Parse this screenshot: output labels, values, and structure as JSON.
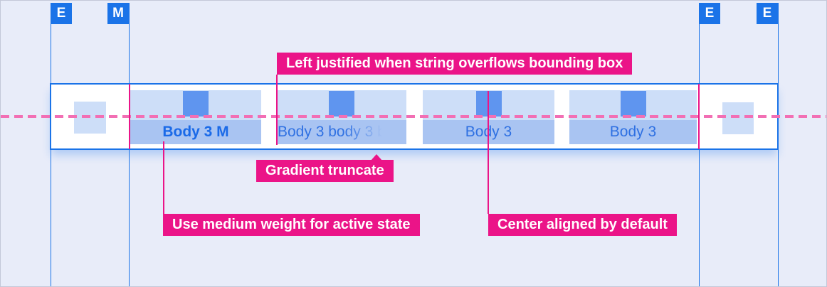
{
  "guides": {
    "markers": [
      {
        "label": "E"
      },
      {
        "label": "M"
      },
      {
        "label": "E"
      },
      {
        "label": "E"
      }
    ]
  },
  "tab_bar": {
    "tabs": [
      {
        "label": "Body 3 M",
        "state": "active"
      },
      {
        "label": "Body 3 body 3 b",
        "state": "gradient-truncated"
      },
      {
        "label": "Body 3",
        "state": "default"
      },
      {
        "label": "Body 3",
        "state": "default"
      }
    ]
  },
  "annotations": [
    {
      "id": "left-justified",
      "text": "Left justified when string overflows bounding box"
    },
    {
      "id": "gradient-truncate",
      "text": "Gradient truncate"
    },
    {
      "id": "medium-weight",
      "text": "Use medium weight for active state"
    },
    {
      "id": "center-aligned",
      "text": "Center aligned by default"
    }
  ],
  "colors": {
    "guide_blue": "#1a73e8",
    "annotation_pink": "#eb1488",
    "baseline_pink": "#f26fb4",
    "tab_box_light": "#cddef8",
    "tab_label_box": "#a9c4f2",
    "indicator_blue": "#5f95ef",
    "active_text": "#1a6ae8",
    "inactive_text": "#2e70e2",
    "background": "#e8ecf9"
  }
}
